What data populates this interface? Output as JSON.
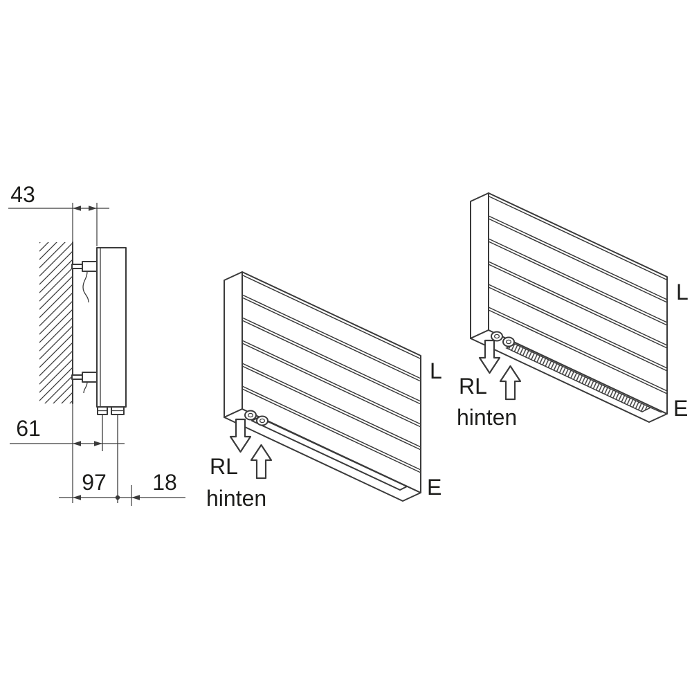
{
  "side_view": {
    "dim_wall_depth": "43",
    "dim_wall_to_pipe": "61",
    "dim_wall_to_connection": "97",
    "dim_connection_spacing": "18"
  },
  "unit_open_bottom": {
    "label_air_out": "L",
    "label_air_in": "E",
    "label_return": "RL",
    "label_position": "hinten"
  },
  "unit_grille_bottom": {
    "label_air_out": "L",
    "label_air_in": "E",
    "label_return": "RL",
    "label_position": "hinten"
  },
  "colors": {
    "line": "#3a3a3a",
    "text": "#1d1d1b",
    "background": "#ffffff"
  }
}
